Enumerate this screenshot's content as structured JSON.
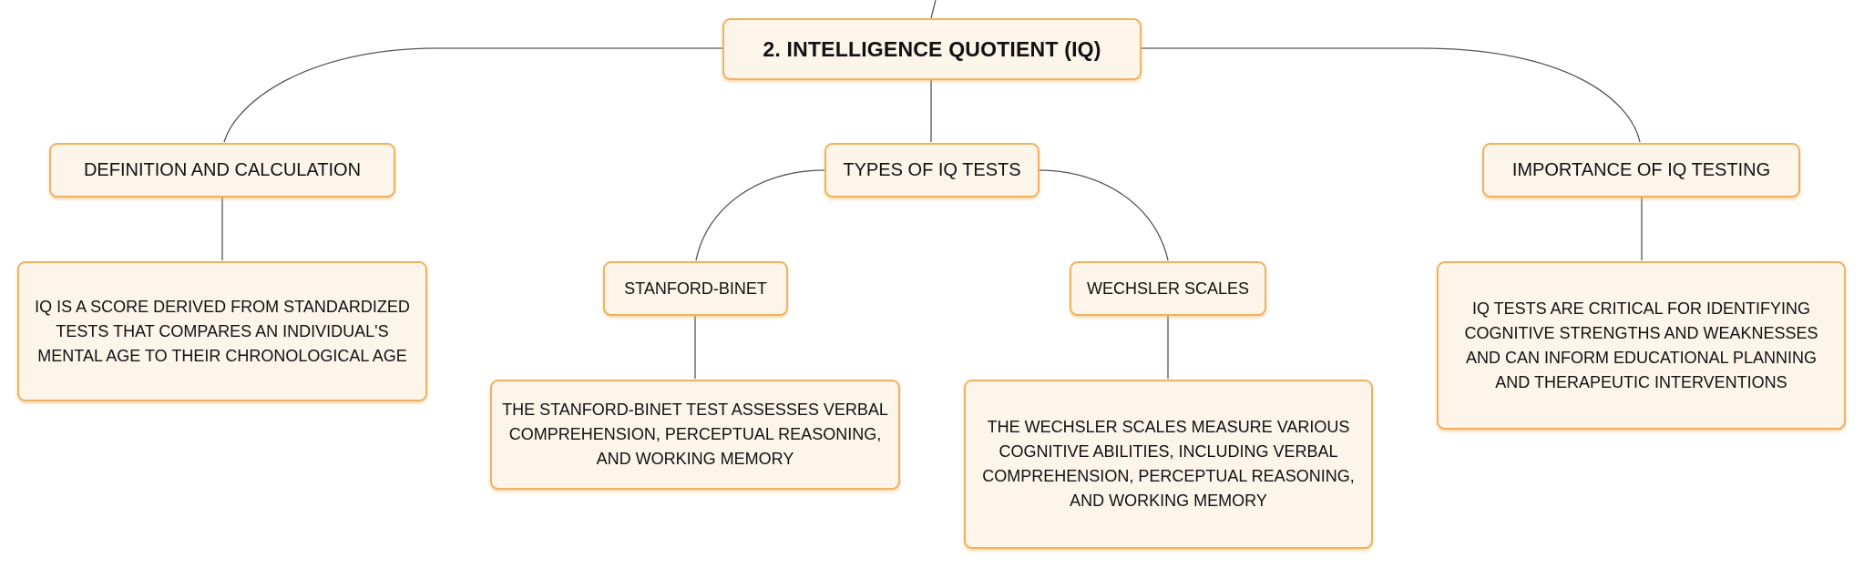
{
  "colors": {
    "node_fill": "#fdf4ea",
    "node_border": "#f0b261",
    "connector": "#555555"
  },
  "diagram": {
    "root": {
      "label": "2. INTELLIGENCE QUOTIENT (IQ)"
    },
    "definition": {
      "label": "DEFINITION AND CALCULATION",
      "detail": "IQ IS A SCORE DERIVED FROM STANDARDIZED TESTS THAT COMPARES AN INDIVIDUAL'S MENTAL AGE TO THEIR CHRONOLOGICAL AGE"
    },
    "types": {
      "label": "TYPES OF IQ TESTS",
      "stanford": {
        "label": "STANFORD-BINET",
        "detail": "THE STANFORD-BINET TEST ASSESSES VERBAL COMPREHENSION, PERCEPTUAL REASONING, AND WORKING MEMORY"
      },
      "wechsler": {
        "label": "WECHSLER SCALES",
        "detail": "THE WECHSLER SCALES MEASURE VARIOUS COGNITIVE ABILITIES, INCLUDING VERBAL COMPREHENSION, PERCEPTUAL REASONING, AND WORKING MEMORY"
      }
    },
    "importance": {
      "label": "IMPORTANCE OF IQ TESTING",
      "detail": "IQ TESTS ARE CRITICAL FOR IDENTIFYING COGNITIVE STRENGTHS AND WEAKNESSES AND CAN INFORM EDUCATIONAL PLANNING AND THERAPEUTIC INTERVENTIONS"
    }
  }
}
